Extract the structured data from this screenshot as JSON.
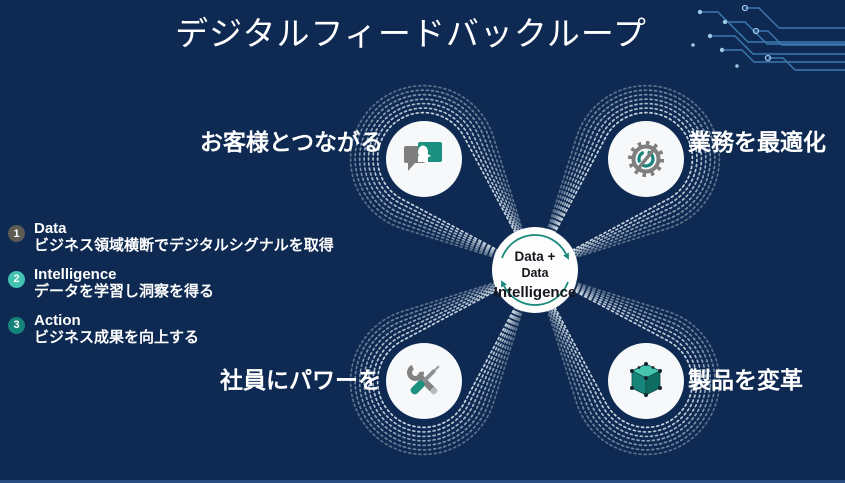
{
  "slide": {
    "title": "デジタルフィードバックループ"
  },
  "center": {
    "line1": "Data +",
    "line2": "Data",
    "line3": "Intelligence"
  },
  "nodes": [
    {
      "label": "お客様とつながる",
      "icon": "chat-bubbles-icon",
      "position": "top-left"
    },
    {
      "label": "業務を最適化",
      "icon": "gear-icon",
      "position": "top-right"
    },
    {
      "label": "社員にパワーを",
      "icon": "wrench-screwdriver-icon",
      "position": "bottom-left"
    },
    {
      "label": "製品を変革",
      "icon": "cube-icon",
      "position": "bottom-right"
    }
  ],
  "steps": [
    {
      "number": "1",
      "title": "Data",
      "description": "ビジネス領域横断でデジタルシグナルを取得",
      "badge_color": "#5d5b53"
    },
    {
      "number": "2",
      "title": "Intelligence",
      "description": "データを学習し洞察を得る",
      "badge_color": "#43c3b0"
    },
    {
      "number": "3",
      "title": "Action",
      "description": "ビジネス成果を向上する",
      "badge_color": "#15837a"
    }
  ],
  "colors": {
    "background": "#0e2a52",
    "accent_teal": "#1b9180",
    "dotted_loop": "#d7e1ea",
    "circuit_line": "#3d78b0",
    "bottom_bar": "#2a4d80"
  }
}
